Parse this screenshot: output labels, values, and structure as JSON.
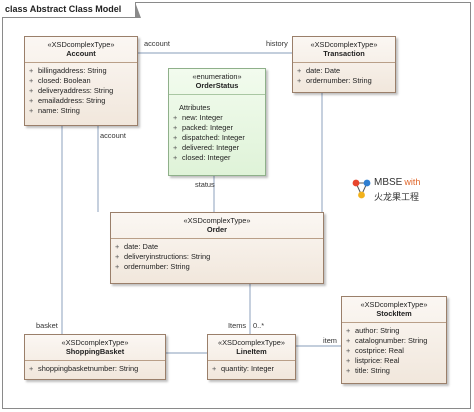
{
  "diagram": {
    "title": "class Abstract Class Model",
    "classes": {
      "account": {
        "stereotype": "«XSDcomplexType»",
        "name": "Account",
        "attributes": [
          "billingaddress: String",
          "closed: Boolean",
          "deliveryaddress: String",
          "emailaddress: String",
          "name: String"
        ]
      },
      "transaction": {
        "stereotype": "«XSDcomplexType»",
        "name": "Transaction",
        "attributes": [
          "date: Date",
          "ordernumber: String"
        ]
      },
      "order_status": {
        "stereotype": "«enumeration»",
        "name": "OrderStatus",
        "section_label": "Attributes",
        "attributes": [
          "new: Integer",
          "packed: Integer",
          "dispatched: Integer",
          "delivered: Integer",
          "closed: Integer"
        ]
      },
      "order": {
        "stereotype": "«XSDcomplexType»",
        "name": "Order",
        "attributes": [
          "date: Date",
          "deliveryinstructions: String",
          "ordernumber: String"
        ]
      },
      "shopping_basket": {
        "stereotype": "«XSDcomplexType»",
        "name": "ShoppingBasket",
        "attributes": [
          "shoppingbasketnumber: String"
        ]
      },
      "line_item": {
        "stereotype": "«XSDcomplexType»",
        "name": "LineItem",
        "attributes": [
          "quantity: Integer"
        ]
      },
      "stock_item": {
        "stereotype": "«XSDcomplexType»",
        "name": "StockItem",
        "attributes": [
          "author: String",
          "catalognumber: String",
          "costprice: Real",
          "listprice: Real",
          "title: String"
        ]
      }
    },
    "edge_labels": {
      "account_top": "account",
      "history": "history",
      "account_left": "account",
      "status": "status",
      "basket": "basket",
      "items": "Items",
      "items_mult": "0..*",
      "item": "item"
    },
    "attribute_marker": "+",
    "logo": {
      "line1": "MBSE",
      "line1_suffix": "with",
      "line2": "火龙果工程"
    }
  }
}
